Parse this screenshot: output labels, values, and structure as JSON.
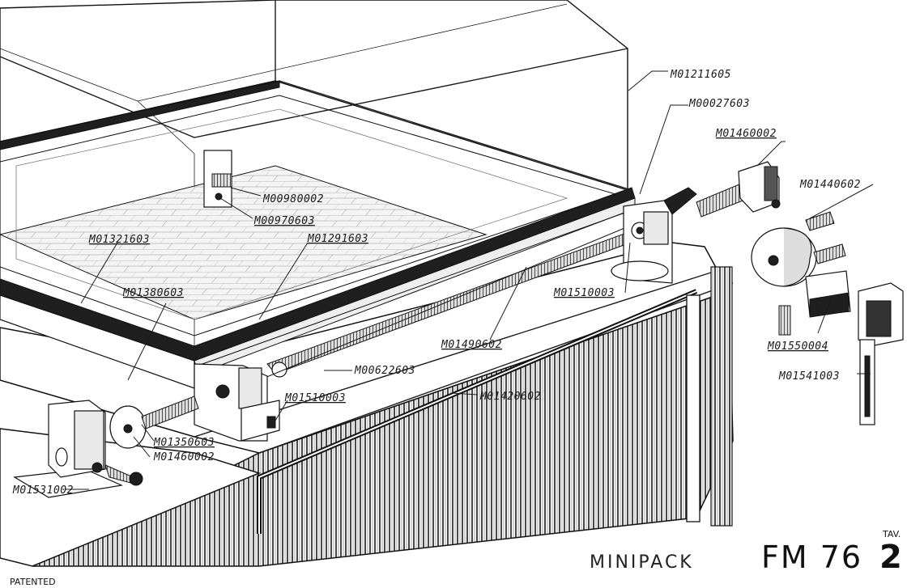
{
  "title": {
    "product": "MINIPACK",
    "model": "FM 76",
    "table_prefix": "TAV.",
    "table_number": "2",
    "patented": "PATENTED"
  },
  "parts": [
    {
      "id": "p01",
      "label": "M01211605"
    },
    {
      "id": "p02",
      "label": "M00027603"
    },
    {
      "id": "p03",
      "label": "M01460002"
    },
    {
      "id": "p04",
      "label": "M01440602"
    },
    {
      "id": "p05",
      "label": "M00980002"
    },
    {
      "id": "p06",
      "label": "M00970603"
    },
    {
      "id": "p07",
      "label": "M01321603"
    },
    {
      "id": "p08",
      "label": "M01291603"
    },
    {
      "id": "p09",
      "label": "M01380603"
    },
    {
      "id": "p10",
      "label": "M01510003"
    },
    {
      "id": "p11",
      "label": "M01490602"
    },
    {
      "id": "p12",
      "label": "M00622603"
    },
    {
      "id": "p13",
      "label": "M01510003"
    },
    {
      "id": "p14",
      "label": "M01420602"
    },
    {
      "id": "p15",
      "label": "M01550004"
    },
    {
      "id": "p16",
      "label": "M01541003"
    },
    {
      "id": "p17",
      "label": "M01350603"
    },
    {
      "id": "p18",
      "label": "M01460002"
    },
    {
      "id": "p19",
      "label": "M01531002"
    }
  ]
}
